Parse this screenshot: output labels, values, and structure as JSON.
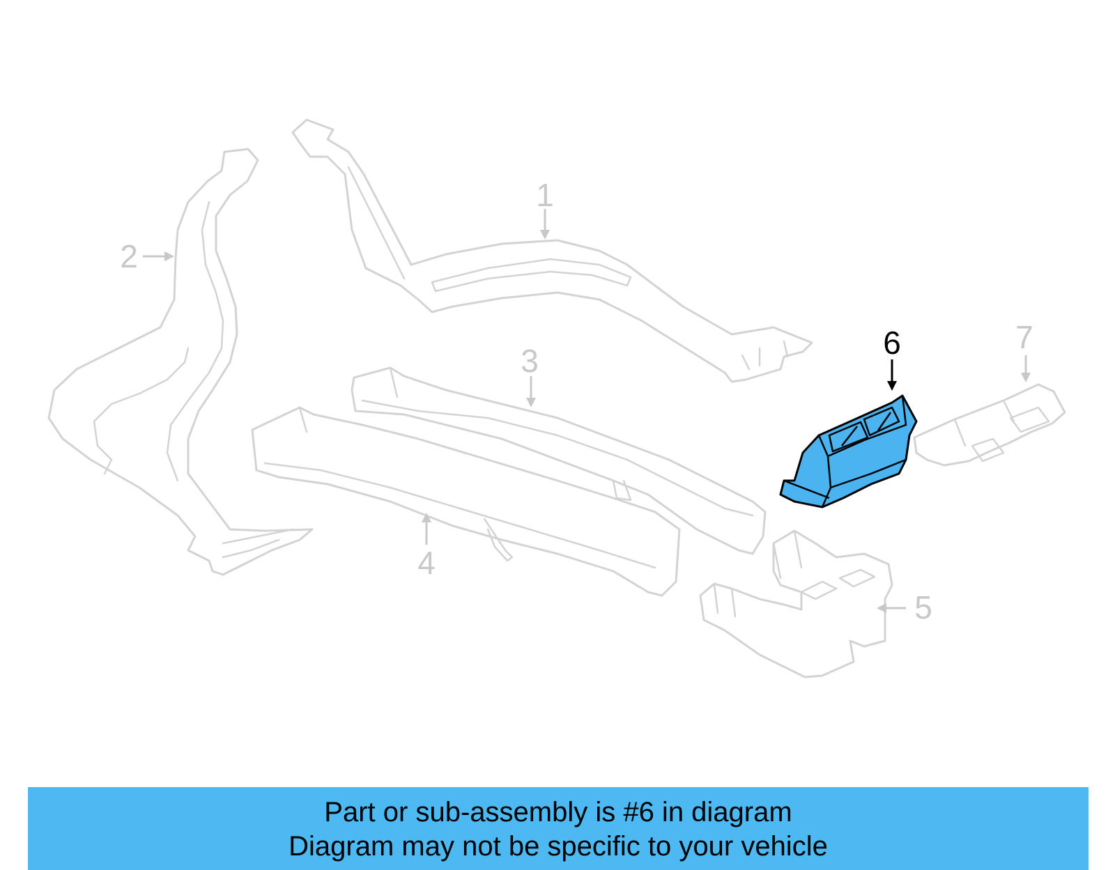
{
  "diagram": {
    "callouts": [
      {
        "id": "1",
        "label": "1"
      },
      {
        "id": "2",
        "label": "2"
      },
      {
        "id": "3",
        "label": "3"
      },
      {
        "id": "4",
        "label": "4"
      },
      {
        "id": "5",
        "label": "5"
      },
      {
        "id": "6",
        "label": "6"
      },
      {
        "id": "7",
        "label": "7"
      }
    ],
    "highlighted_part": "6",
    "colors": {
      "highlight_fill": "#4ab3f0",
      "faded_stroke": "#d3d3d3",
      "banner_bg": "#4cb9f2"
    }
  },
  "banner": {
    "line1": "Part or sub-assembly is #6 in diagram",
    "line2": "Diagram may not be specific to your vehicle"
  }
}
